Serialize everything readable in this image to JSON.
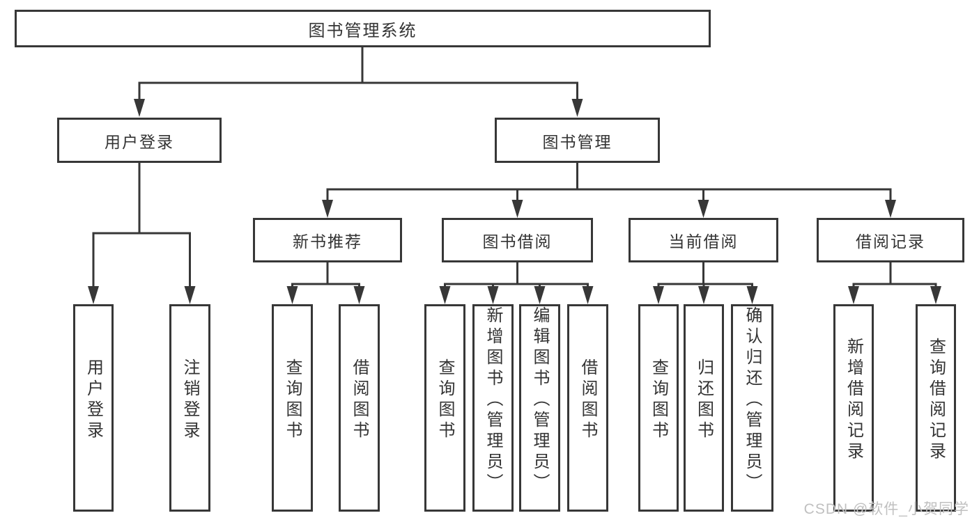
{
  "tree": {
    "label": "图书管理系统",
    "children": [
      {
        "label": "用户登录",
        "children": [
          {
            "label": "用户登录"
          },
          {
            "label": "注销登录"
          }
        ]
      },
      {
        "label": "图书管理",
        "children": [
          {
            "label": "新书推荐",
            "children": [
              {
                "label": "查询图书"
              },
              {
                "label": "借阅图书"
              }
            ]
          },
          {
            "label": "图书借阅",
            "children": [
              {
                "label": "查询图书"
              },
              {
                "label": "新增图书（管理员）"
              },
              {
                "label": "编辑图书（管理员）"
              },
              {
                "label": "借阅图书"
              }
            ]
          },
          {
            "label": "当前借阅",
            "children": [
              {
                "label": "查询图书"
              },
              {
                "label": "归还图书"
              },
              {
                "label": "确认归还（管理员）"
              }
            ]
          },
          {
            "label": "借阅记录",
            "children": [
              {
                "label": "新增借阅记录"
              },
              {
                "label": "查询借阅记录"
              }
            ]
          }
        ]
      }
    ]
  },
  "watermark": {
    "text": "CSDN @软件_小贺同学"
  },
  "colors": {
    "line": "#373737",
    "border": "#373737",
    "text": "#333333",
    "background": "#ffffff",
    "watermark": "#c0c0c0"
  }
}
